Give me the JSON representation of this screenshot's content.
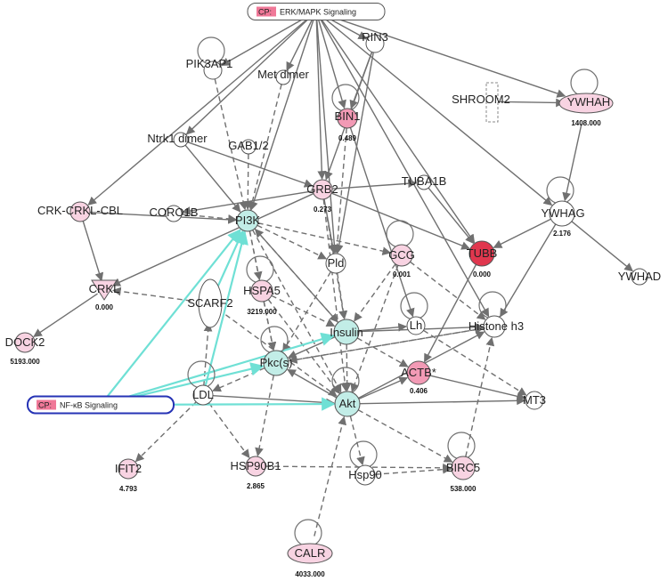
{
  "canonical_pathways": [
    {
      "id": "erk",
      "label": "ERK/MAPK Signaling",
      "tag": "CP:"
    },
    {
      "id": "nfkb",
      "label": "NF-κB Signaling",
      "tag": "CP:"
    }
  ],
  "nodes": [
    {
      "id": "RIN3",
      "label": "RIN3",
      "value": "",
      "fill": "#ffffff"
    },
    {
      "id": "PIK3AP1",
      "label": "PIK3AP1",
      "value": "",
      "fill": "#ffffff"
    },
    {
      "id": "Met",
      "label": "Met dimer",
      "value": "",
      "fill": "#ffffff"
    },
    {
      "id": "BIN1",
      "label": "BIN1",
      "value": "0.489",
      "fill": "#f29ab5"
    },
    {
      "id": "SHROOM2",
      "label": "SHROOM2",
      "value": "",
      "fill": "#ffffff"
    },
    {
      "id": "YWHAH",
      "label": "YWHAH",
      "value": "1408.000",
      "fill": "#f8d3e2"
    },
    {
      "id": "Ntrk1",
      "label": "Ntrk1 dimer",
      "value": "",
      "fill": "#ffffff"
    },
    {
      "id": "GAB12",
      "label": "GAB1/2",
      "value": "",
      "fill": "#ffffff"
    },
    {
      "id": "GRB2",
      "label": "GRB2",
      "value": "0.273",
      "fill": "#f8d3e2"
    },
    {
      "id": "TUBA1B",
      "label": "TUBA1B",
      "value": "",
      "fill": "#ffffff"
    },
    {
      "id": "CRKCBL",
      "label": "CRK-CRKL-CBL",
      "value": "",
      "fill": "#f8d3e2"
    },
    {
      "id": "CORO1B",
      "label": "CORO1B",
      "value": "",
      "fill": "#ffffff"
    },
    {
      "id": "PI3K",
      "label": "PI3K",
      "value": "",
      "fill": "#c2ede7"
    },
    {
      "id": "YWHAG",
      "label": "YWHAG",
      "value": "2.176",
      "fill": "#ffffff"
    },
    {
      "id": "Pld",
      "label": "Pld",
      "value": "",
      "fill": "#ffffff"
    },
    {
      "id": "GCG",
      "label": "GCG",
      "value": "0.001",
      "fill": "#f8d3e2"
    },
    {
      "id": "TUBB",
      "label": "TUBB",
      "value": "0.000",
      "fill": "#e0374e"
    },
    {
      "id": "CRKL",
      "label": "CRKL",
      "value": "0.000",
      "fill": "#f8d3e2"
    },
    {
      "id": "SCARF2",
      "label": "SCARF2",
      "value": "",
      "fill": "#ffffff"
    },
    {
      "id": "HSPA5",
      "label": "HSPA5",
      "value": "3219.000",
      "fill": "#f8d3e2"
    },
    {
      "id": "YWHAD",
      "label": "YWHAD",
      "value": "",
      "fill": "#ffffff"
    },
    {
      "id": "Insulin",
      "label": "Insulin",
      "value": "",
      "fill": "#c2ede7"
    },
    {
      "id": "Lh",
      "label": "Lh",
      "value": "",
      "fill": "#ffffff"
    },
    {
      "id": "Histone",
      "label": "Histone h3",
      "value": "",
      "fill": "#ffffff"
    },
    {
      "id": "DOCK2",
      "label": "DOCK2",
      "value": "5193.000",
      "fill": "#f8d3e2"
    },
    {
      "id": "Pkc",
      "label": "Pkc(s)",
      "value": "",
      "fill": "#c2ede7"
    },
    {
      "id": "LDL",
      "label": "LDL",
      "value": "",
      "fill": "#ffffff"
    },
    {
      "id": "ACTB",
      "label": "ACTB*",
      "value": "0.406",
      "fill": "#f29ab5"
    },
    {
      "id": "MT3",
      "label": "MT3",
      "value": "",
      "fill": "#ffffff"
    },
    {
      "id": "Akt",
      "label": "Akt",
      "value": "",
      "fill": "#c2ede7"
    },
    {
      "id": "IFIT2",
      "label": "IFIT2",
      "value": "4.793",
      "fill": "#f8d3e2"
    },
    {
      "id": "HSP90B1",
      "label": "HSP90B1",
      "value": "2.865",
      "fill": "#f8d3e2"
    },
    {
      "id": "Hsp90",
      "label": "Hsp90",
      "value": "",
      "fill": "#ffffff"
    },
    {
      "id": "BIRC5",
      "label": "BIRC5",
      "value": "538.000",
      "fill": "#f8d3e2"
    },
    {
      "id": "CALR",
      "label": "CALR",
      "value": "4033.000",
      "fill": "#f8d3e2"
    }
  ],
  "edges": [
    [
      "erk",
      "RIN3"
    ],
    [
      "erk",
      "PIK3AP1"
    ],
    [
      "erk",
      "Met"
    ],
    [
      "erk",
      "BIN1"
    ],
    [
      "erk",
      "GRB2"
    ],
    [
      "erk",
      "PI3K"
    ],
    [
      "erk",
      "Pld"
    ],
    [
      "erk",
      "YWHAH"
    ],
    [
      "erk",
      "YWHAG"
    ],
    [
      "erk",
      "CRKCBL"
    ],
    [
      "erk",
      "Ntrk1"
    ],
    [
      "erk",
      "TUBB"
    ],
    [
      "erk",
      "Histone"
    ],
    [
      "RIN3",
      "BIN1"
    ],
    [
      "RIN3",
      "Pld"
    ],
    [
      "RIN3",
      "GRB2"
    ],
    [
      "SHROOM2",
      "YWHAH"
    ],
    [
      "YWHAH",
      "YWHAG"
    ],
    [
      "YWHAG",
      "YWHAD"
    ],
    [
      "YWHAG",
      "TUBB"
    ],
    [
      "YWHAG",
      "Histone"
    ],
    [
      "Ntrk1",
      "GRB2"
    ],
    [
      "Ntrk1",
      "PI3K"
    ],
    [
      "GRB2",
      "TUBA1B"
    ],
    [
      "GRB2",
      "CRKL"
    ],
    [
      "GRB2",
      "TUBB"
    ],
    [
      "GRB2",
      "CORO1B"
    ],
    [
      "GRB2",
      "Pld"
    ],
    [
      "TUBA1B",
      "TUBB"
    ],
    [
      "TUBB",
      "ACTB"
    ],
    [
      "CRKCBL",
      "CRKL"
    ],
    [
      "CRKCBL",
      "PI3K"
    ],
    [
      "CRKL",
      "DOCK2"
    ],
    [
      "BIN1",
      "Lh"
    ],
    [
      "Insulin",
      "Lh"
    ],
    [
      "Insulin",
      "Histone"
    ],
    [
      "Insulin",
      "Pkc"
    ],
    [
      "Insulin",
      "PI3K"
    ],
    [
      "Akt",
      "MT3"
    ],
    [
      "Akt",
      "Histone"
    ],
    [
      "Akt",
      "ACTB"
    ],
    [
      "Akt",
      "Pkc"
    ],
    [
      "LDL",
      "Akt"
    ],
    [
      "ACTB",
      "MT3"
    ]
  ],
  "dashed_edges": [
    [
      "PIK3AP1",
      "PI3K"
    ],
    [
      "Met",
      "PI3K"
    ],
    [
      "GAB12",
      "PI3K"
    ],
    [
      "BIN1",
      "Pld"
    ],
    [
      "CORO1B",
      "PI3K"
    ],
    [
      "SCARF2",
      "Akt"
    ],
    [
      "SCARF2",
      "CRKL"
    ],
    [
      "PI3K",
      "Pld"
    ],
    [
      "PI3K",
      "Akt"
    ],
    [
      "PI3K",
      "HSPA5"
    ],
    [
      "PI3K",
      "Pkc"
    ],
    [
      "PI3K",
      "GCG"
    ],
    [
      "PI3K",
      "Insulin"
    ],
    [
      "Pld",
      "Insulin"
    ],
    [
      "Pld",
      "Pkc"
    ],
    [
      "GCG",
      "Akt"
    ],
    [
      "GCG",
      "Insulin"
    ],
    [
      "GCG",
      "Histone"
    ],
    [
      "Lh",
      "MT3"
    ],
    [
      "HSPA5",
      "Pkc"
    ],
    [
      "HSPA5",
      "Akt"
    ],
    [
      "HSPA5",
      "Insulin"
    ],
    [
      "Pkc",
      "HSP90B1"
    ],
    [
      "Pkc",
      "LDL"
    ],
    [
      "Pkc",
      "Histone"
    ],
    [
      "LDL",
      "IFIT2"
    ],
    [
      "LDL",
      "HSP90B1"
    ],
    [
      "LDL",
      "SCARF2"
    ],
    [
      "LDL",
      "PI3K"
    ],
    [
      "Akt",
      "Hsp90"
    ],
    [
      "Akt",
      "BIRC5"
    ],
    [
      "Hsp90",
      "BIRC5"
    ],
    [
      "HSP90B1",
      "BIRC5"
    ],
    [
      "CALR",
      "Akt"
    ],
    [
      "BIRC5",
      "Histone"
    ],
    [
      "Insulin",
      "ACTB"
    ],
    [
      "GRB2",
      "Akt"
    ],
    [
      "GRB2",
      "Insulin"
    ],
    [
      "Histone",
      "Pkc"
    ],
    [
      "Insulin",
      "Akt"
    ]
  ],
  "highlight_edges": [
    [
      "nfkb",
      "PI3K"
    ],
    [
      "nfkb",
      "Pkc"
    ],
    [
      "nfkb",
      "Insulin"
    ],
    [
      "nfkb",
      "Akt"
    ],
    [
      "SCARF2",
      "PI3K"
    ],
    [
      "LDL",
      "PI3K"
    ]
  ],
  "colors": {
    "edge": "#707070",
    "highlight": "#6fe0d5",
    "cp_border_blue": "#2633b5",
    "cp_tag": "#f07898"
  }
}
